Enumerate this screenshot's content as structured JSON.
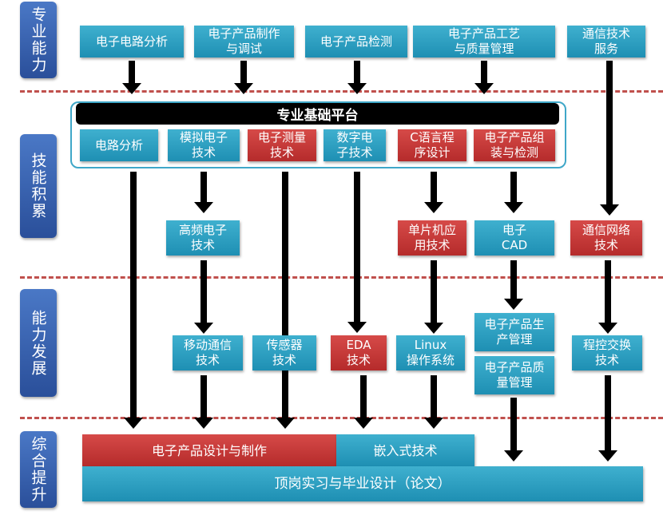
{
  "side_labels": [
    "专业能力",
    "技能积累",
    "能力发展",
    "综合提升"
  ],
  "top_row": [
    "电子电路分析",
    "电子产品制作\n与调试",
    "电子产品检测",
    "电子产品工艺\n与质量管理",
    "通信技术\n服务"
  ],
  "platform": {
    "title": "专业基础平台",
    "items": [
      "电路分析",
      "模拟电子\n技术",
      "电子测量\n技术",
      "数字电\n子技术",
      "C语言程\n序设计",
      "电子产品组\n装与检测"
    ]
  },
  "row3": [
    "高频电子\n技术",
    "单片机应\n用技术",
    "电子\nCAD",
    "通信网络\n技术"
  ],
  "row4": [
    "移动通信\n技术",
    "传感器\n技术",
    "EDA\n技术",
    "Linux\n操作系统",
    "电子产品生\n产管理",
    "电子产品质\n量管理",
    "程控交换\n技术"
  ],
  "bottom": {
    "design": "电子产品设计与制作",
    "embedded": "嵌入式技术",
    "internship": "顶岗实习与毕业设计（论文）"
  },
  "colors": {
    "teal": "#2a9fc3",
    "red": "#c0392f",
    "navy": "#2a4f9a",
    "dash": "#c0504d"
  }
}
